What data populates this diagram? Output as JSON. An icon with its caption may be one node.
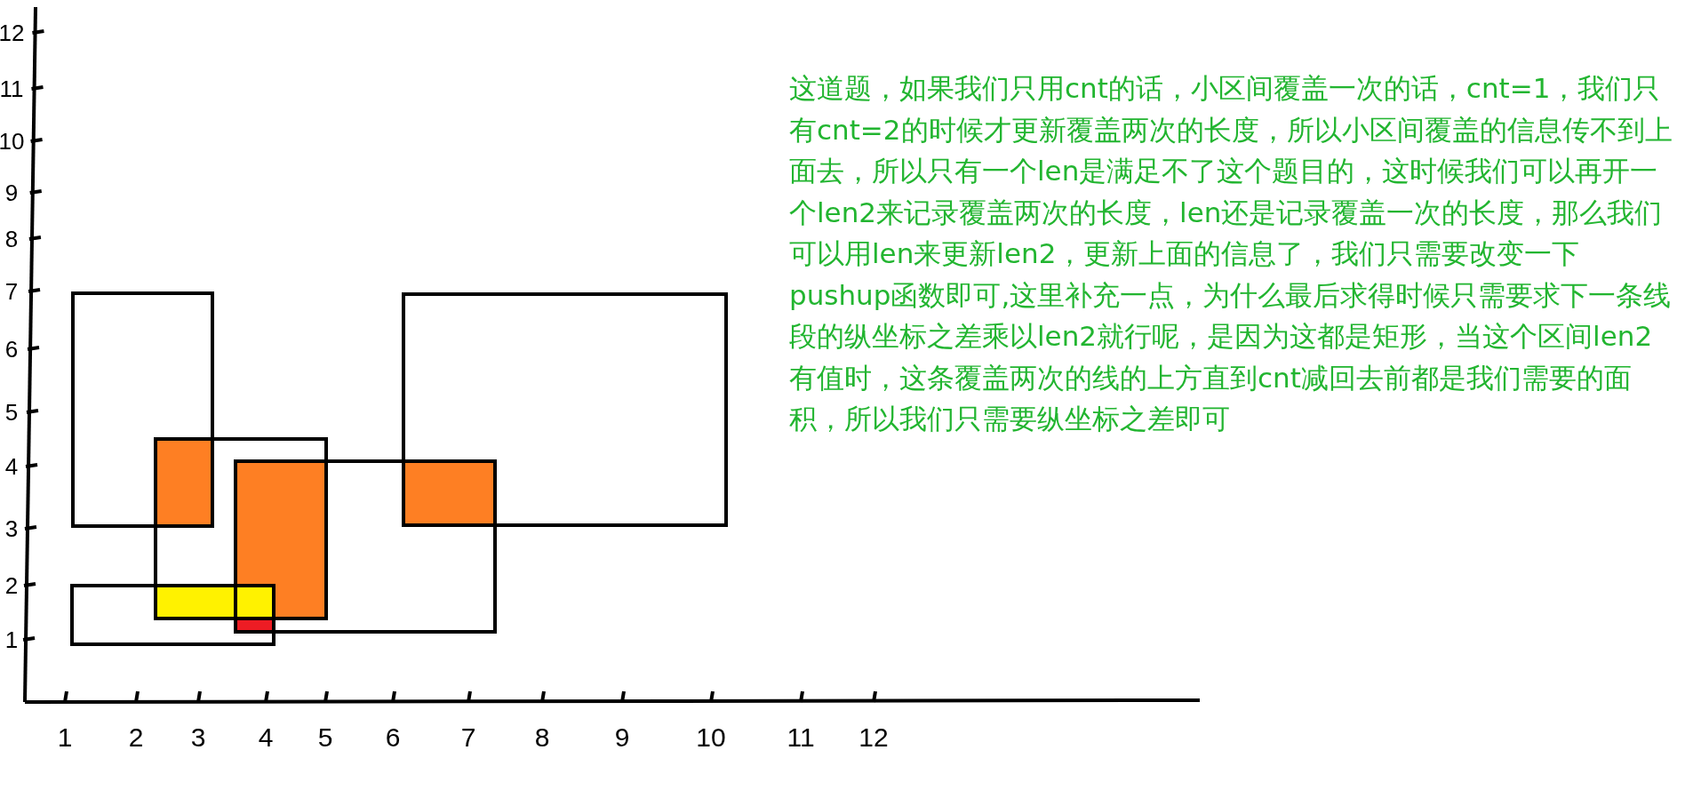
{
  "diagram": {
    "labels": [
      "12",
      "11",
      "10",
      "9",
      "8",
      "7",
      "6",
      "5",
      "4",
      "3",
      "2",
      "1",
      "这道题，如果我们只用cnt的话，小区间覆盖一次的话，cnt=1，我们只有cnt=2的时候才更新覆盖两次的长度，所以小区间覆盖的信息传不到上面去，所以只有一个len是满足不了这个题目的，这时候我们可以再开一个len2来记录覆盖两次的长度，len还是记录覆盖一次的长度，那么我们可以用len来更新len2，更新上面的信息了，我们只需要改变一下pushup函数即可,这里补充一点，为什么最后求得时候只需要求下一条线段的纵坐标之差乘以len2就行呢，是因为这都是矩形，当这个区间len2有值时，这条覆盖两次的线的上方直到cnt减回去前都是我们需要的面积，所以我们只需要纵坐标之差即可",
      "1",
      "2",
      "3",
      "4",
      "5",
      "6",
      "7",
      "8",
      "9",
      "10",
      "11",
      "12"
    ]
  }
}
